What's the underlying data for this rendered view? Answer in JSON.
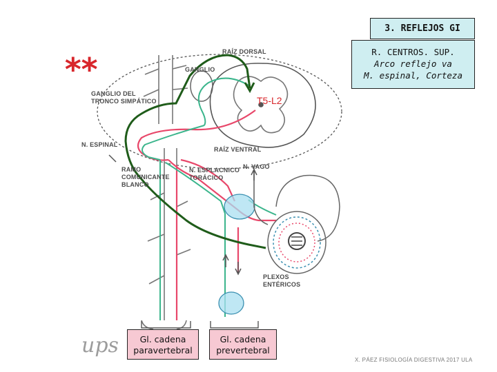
{
  "title": "3. REFLEJOS GI",
  "centros": {
    "line1": "R. CENTROS. SUP.",
    "line2": "Arco reflejo va",
    "line3": "M. espinal, Corteza"
  },
  "marker": "**",
  "segment": "T5-L2",
  "labels": {
    "raiz_dorsal": "RAÍZ DORSAL",
    "ganglio": "GANGLIO",
    "ganglio_tronco_line1": "GANGLIO DEL",
    "ganglio_tronco_line2": "TRONCO SIMPÁTICO",
    "nervio_espinal": "N. ESPINAL",
    "raiz_ventral": "RAÍZ VENTRAL",
    "ramo_line1": "RAMO",
    "ramo_line2": "COMUNICANTE",
    "ramo_line3": "BLANCO",
    "esplacnico_line1": "N. ESPLACNICO",
    "esplacnico_line2": "TORÁCICO",
    "vago": "N. VAGO",
    "plexos_line1": "PLEXOS",
    "plexos_line2": "ENTÉRICOS"
  },
  "boxes": {
    "paravertebral_line1": "Gl. cadena",
    "paravertebral_line2": "paravertebral",
    "prevertebral_line1": "Gl. cadena",
    "prevertebral_line2": "prevertebral"
  },
  "signature": "ups",
  "footer": "X. PÁEZ   FISIOLOGÍA DIGESTIVA 2017  ULA",
  "colors": {
    "sympathetic": "#e8476a",
    "afferent": "#3bb58c",
    "reflex_path": "#1f5c1a",
    "circle": "#555555",
    "stars": "#d8262b",
    "box_fill_blue": "#cfeef1",
    "box_fill_pink": "#f7c9d3",
    "ganglion_fill": "#a9dff0"
  }
}
